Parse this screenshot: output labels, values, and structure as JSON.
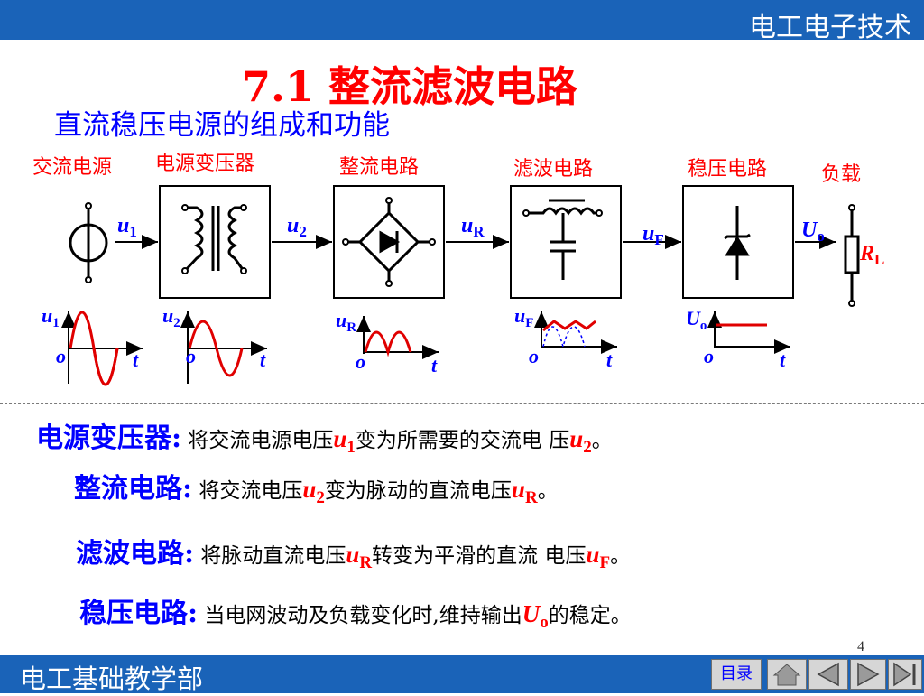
{
  "header": {
    "course": "电工电子技术"
  },
  "title": "7.1   整流滤波电路",
  "subtitle": "直流稳压电源的组成和功能",
  "blocks": {
    "source": "交流电源",
    "transformer": "电源变压器",
    "rectifier": "整流电路",
    "filter": "滤波电路",
    "regulator": "稳压电路",
    "load": "负载"
  },
  "signals": {
    "u1": {
      "main": "u",
      "sub": "1"
    },
    "u2": {
      "main": "u",
      "sub": "2"
    },
    "uR": {
      "main": "u",
      "sub": "R"
    },
    "uF": {
      "main": "u",
      "sub": "F"
    },
    "Uo": {
      "main": "U",
      "sub": "o"
    },
    "RL": {
      "main": "R",
      "sub": "L"
    }
  },
  "waveform_axes": {
    "origin": "o",
    "time": "t"
  },
  "descriptions": [
    {
      "term": "电源变压器:",
      "pre": "将交流电源电压",
      "var_main": "u",
      "var_sub": "1",
      "post": "变为所需要的交流电 压",
      "var2_main": "u",
      "var2_sub": "2",
      "end": "。"
    },
    {
      "term": "整流电路:",
      "pre": "将交流电压",
      "var_main": "u",
      "var_sub": "2",
      "post": "变为脉动的直流电压",
      "var2_main": "u",
      "var2_sub": "R",
      "end": "。"
    },
    {
      "term": "滤波电路:",
      "pre": "将脉动直流电压",
      "var_main": "u",
      "var_sub": "R",
      "post": "转变为平滑的直流 电压",
      "var2_main": "u",
      "var2_sub": "F",
      "end": "。"
    },
    {
      "term": "稳压电路:",
      "pre": "当电网波动及负载变化时,维持输出",
      "var_main": "U",
      "var_sub": "o",
      "post": "的稳定。"
    }
  ],
  "footer": {
    "dept": "电工基础教学部",
    "page": "4",
    "toc": "目录"
  },
  "colors": {
    "bar": "#1a63b8",
    "title": "#ff0000",
    "label": "#0000ff",
    "wave": "#e00000"
  },
  "nav_icons": [
    "home-icon",
    "prev-icon",
    "next-icon",
    "last-icon"
  ]
}
